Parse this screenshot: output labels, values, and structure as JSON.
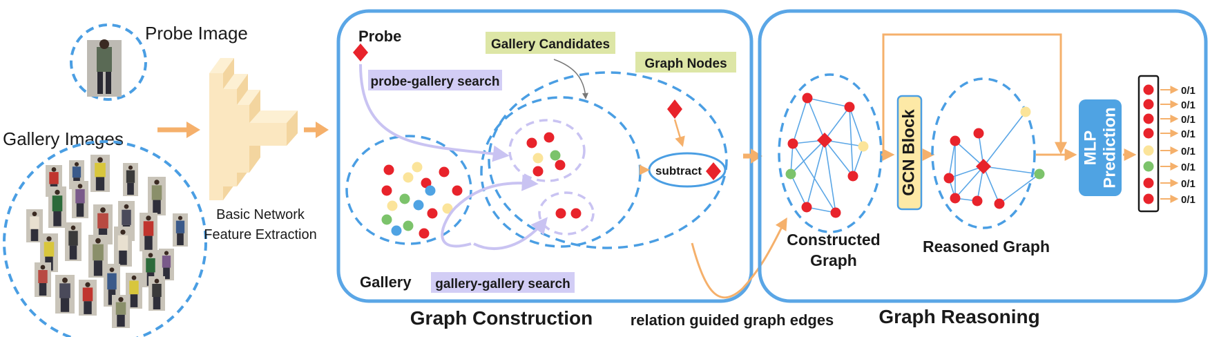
{
  "labels": {
    "probe_image": "Probe Image",
    "gallery_images": "Gallery Images",
    "basic_network_line1": "Basic Network",
    "basic_network_line2": "Feature Extraction",
    "probe": "Probe",
    "probe_gallery_search": "probe-gallery search",
    "gallery_candidates": "Gallery Candidates",
    "graph_nodes": "Graph Nodes",
    "subtract": "subtract",
    "gallery": "Gallery",
    "gallery_gallery_search": "gallery-gallery search",
    "graph_construction": "Graph Construction",
    "relation_guided": "relation guided graph edges",
    "constructed_graph_line1": "Constructed",
    "constructed_graph_line2": "Graph",
    "gcn_block": "GCN Block",
    "reasoned_graph": "Reasoned Graph",
    "mlp_line1": "MLP",
    "mlp_line2": "Prediction",
    "graph_reasoning": "Graph Reasoning"
  },
  "outputs": [
    "0/1",
    "0/1",
    "0/1",
    "0/1",
    "0/1",
    "0/1",
    "0/1",
    "0/1"
  ],
  "output_node_colors": [
    "red",
    "red",
    "red",
    "red",
    "yellow",
    "green",
    "red",
    "red"
  ],
  "colors": {
    "panel_border": "#5aa6e6",
    "dashed_circle": "#4a9ee3",
    "node_red": "#e8232b",
    "node_yellow": "#fbe49a",
    "node_green": "#7cc36b",
    "node_blue": "#4fa3e3",
    "orange_arrow": "#f5b06b",
    "edge_blue": "#5aa6e6",
    "purple_arrow": "#c9c3f2",
    "label_green_bg": "#dde6a6",
    "label_purple_bg": "#d2cdf5",
    "gcn_bg": "#fde9a6",
    "mlp_bg": "#4fa3e3",
    "network_block": "#fbe7c0"
  },
  "icons": {
    "probe_thumbnail": "person-photo-icon",
    "gallery_thumbnails": "person-photo-icon"
  }
}
